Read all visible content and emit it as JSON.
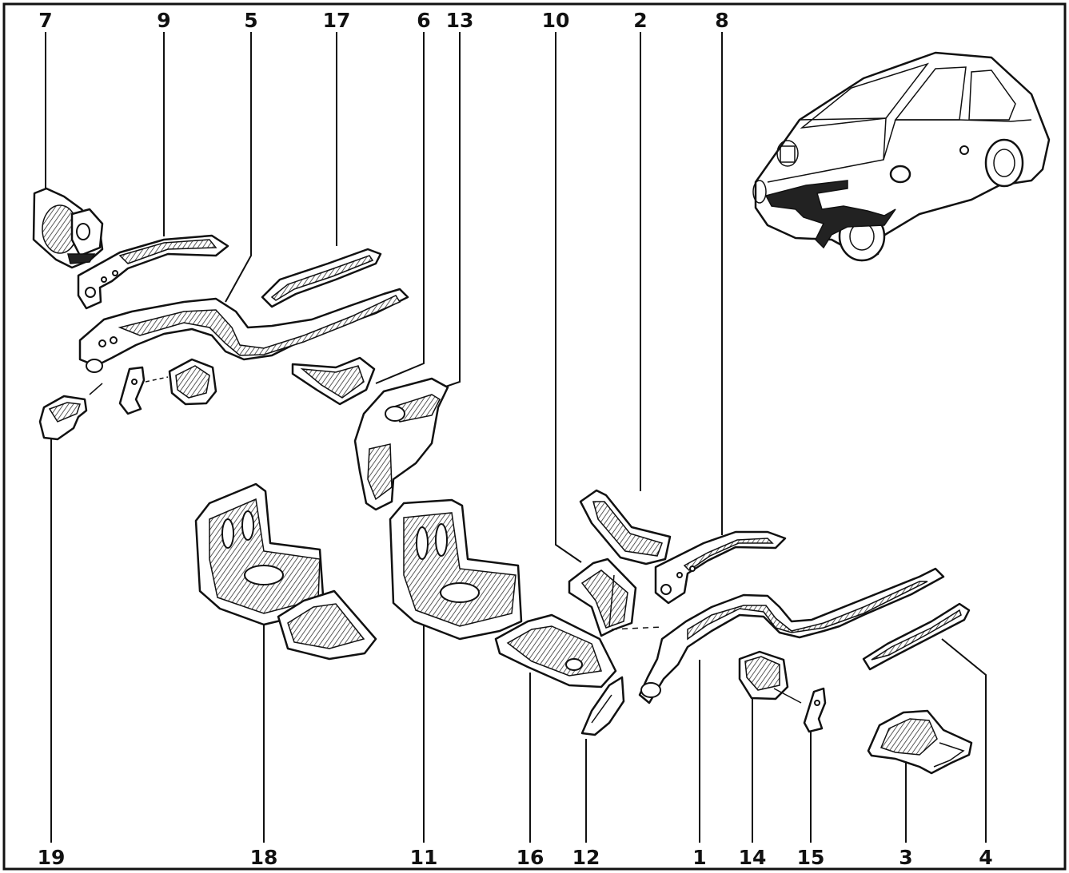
{
  "figure": {
    "labels": {
      "top": [
        "7",
        "9",
        "5",
        "17",
        "6",
        "13",
        "10",
        "2",
        "8"
      ],
      "bottom": [
        "19",
        "18",
        "11",
        "16",
        "12",
        "1",
        "14",
        "15",
        "3",
        "4"
      ]
    }
  }
}
